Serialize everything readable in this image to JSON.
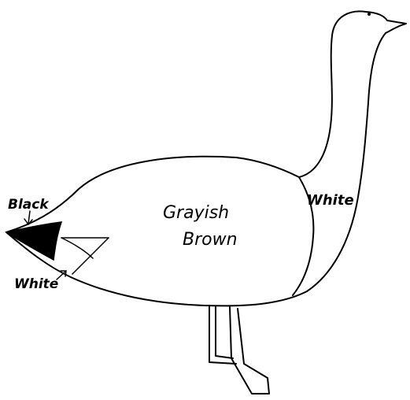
{
  "labels": {
    "black": "Black",
    "body_line1": "Grayish",
    "body_line2": "Brown",
    "chest": "White",
    "tail_white": "White"
  },
  "colors": {
    "outline": "#000000",
    "tail_black": "#000000",
    "background": "#ffffff"
  }
}
